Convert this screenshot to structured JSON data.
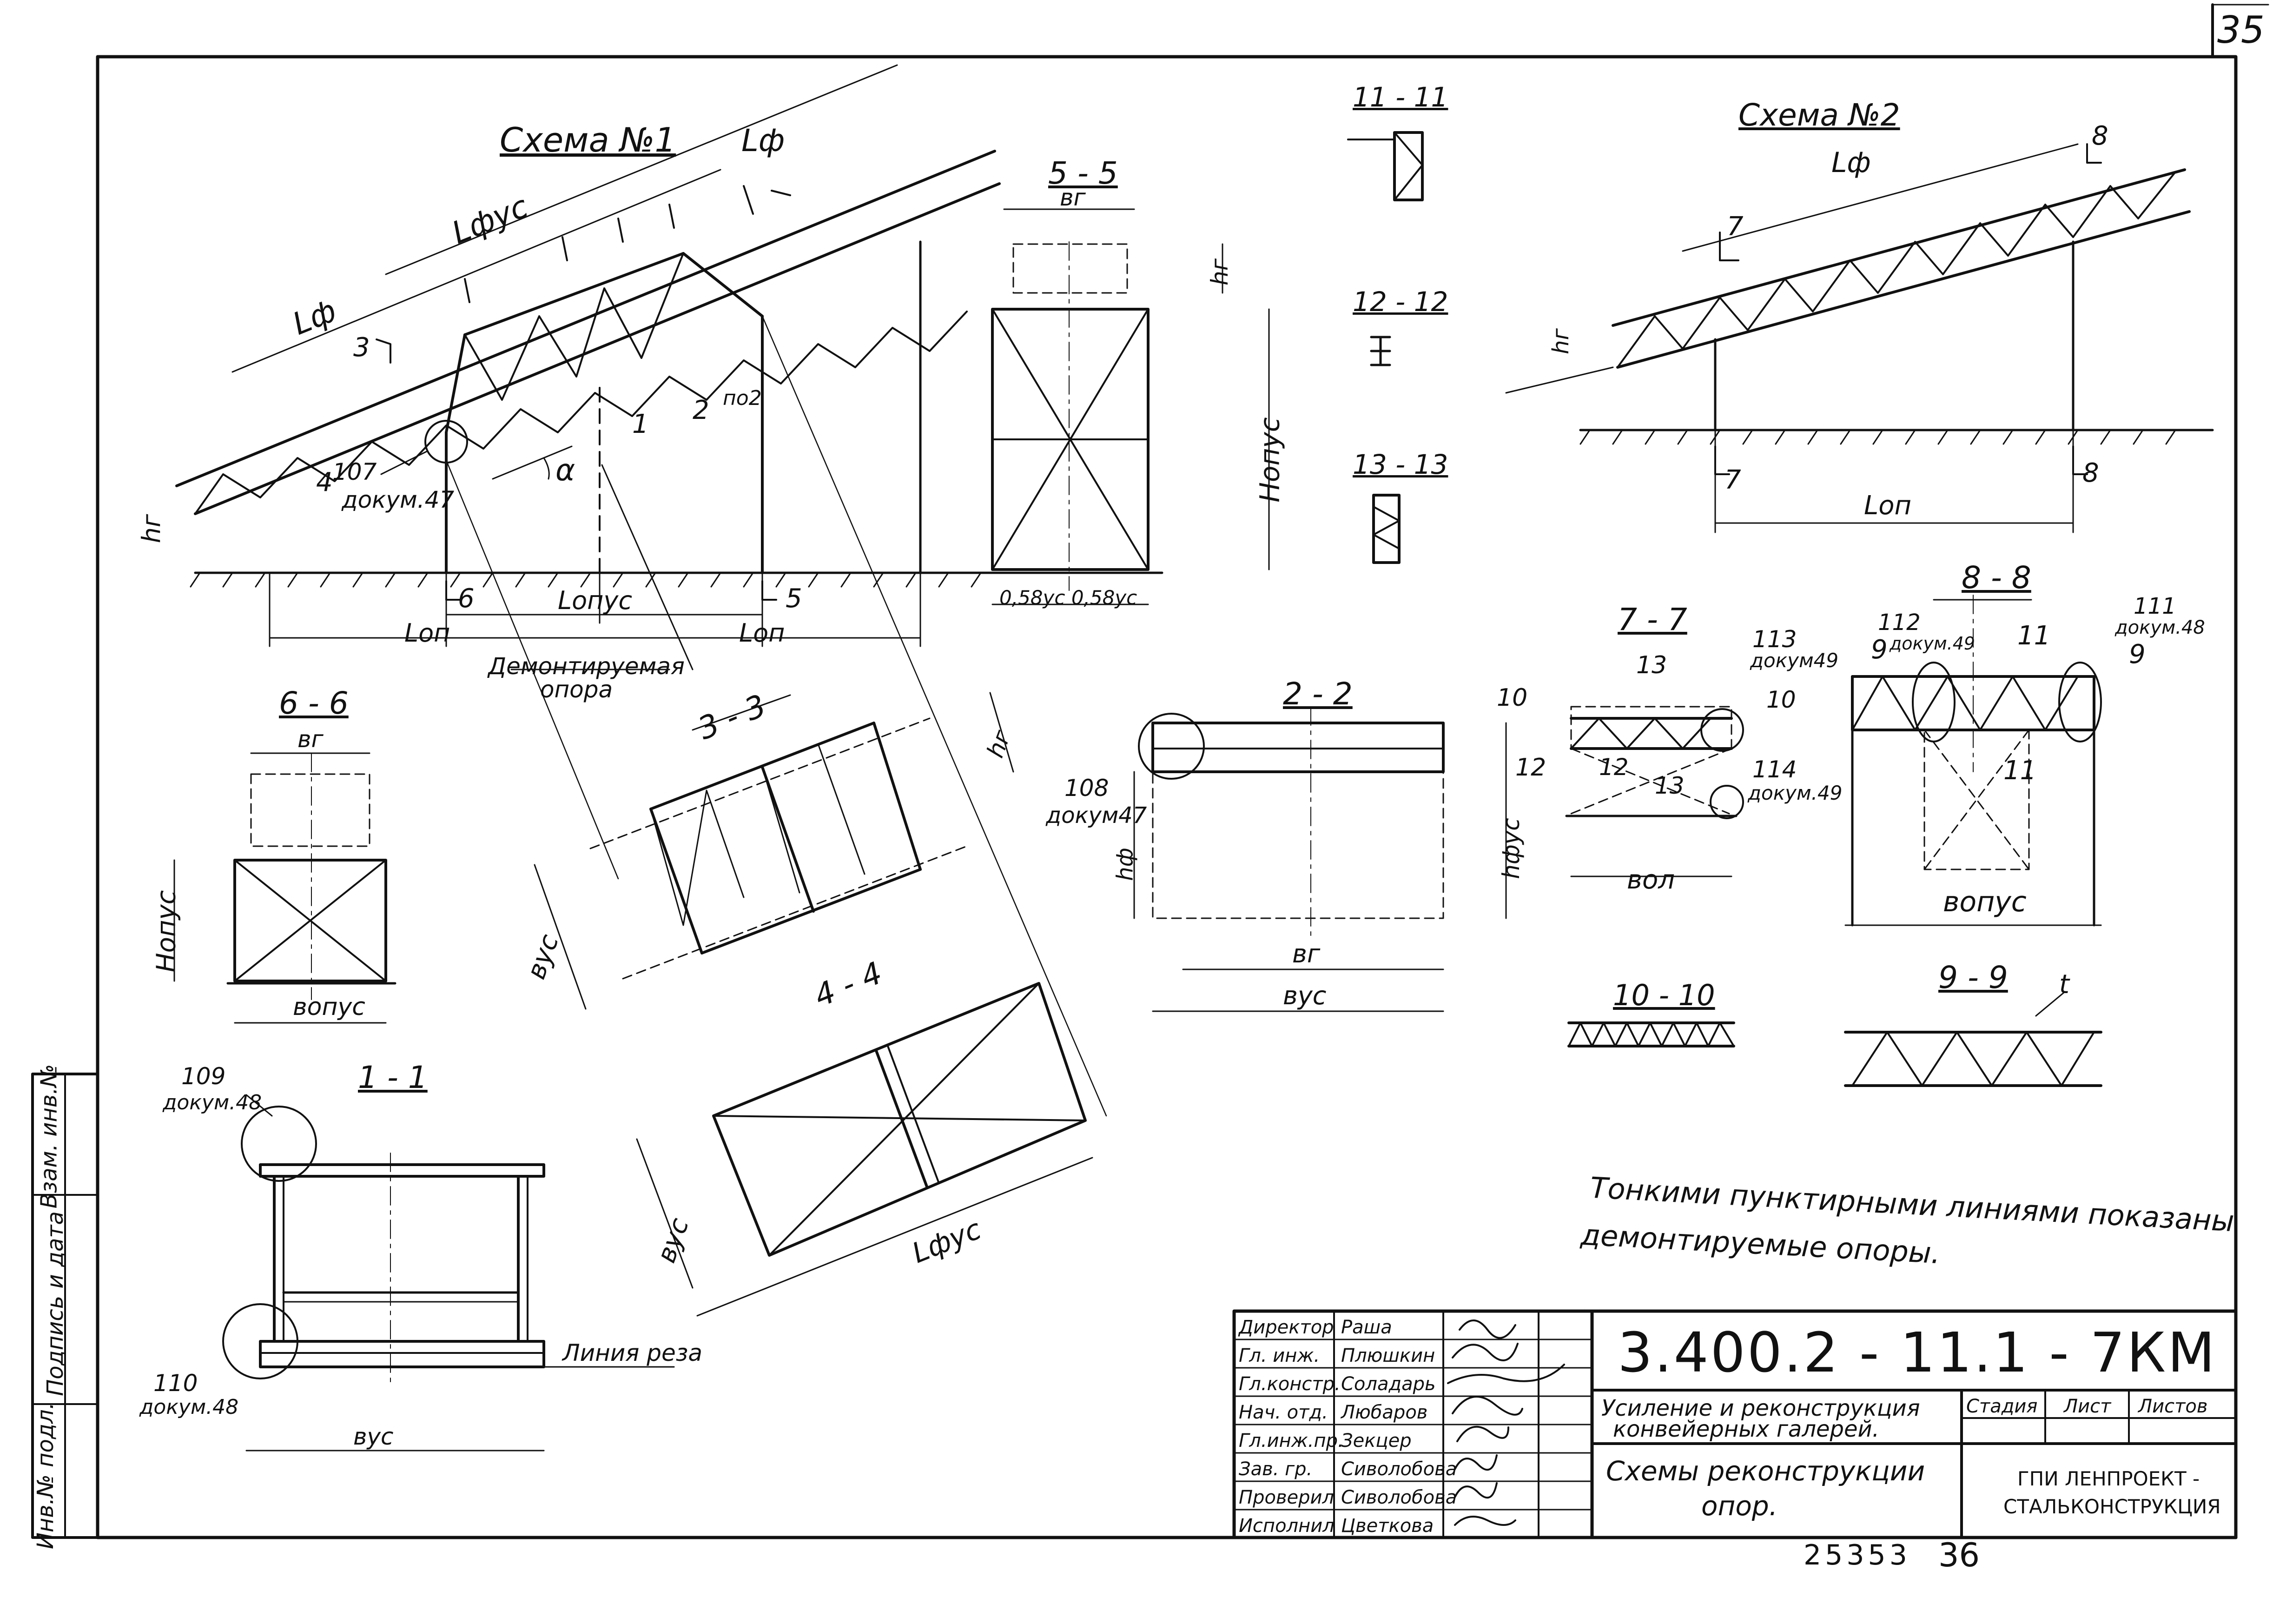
{
  "sheet_number": "35",
  "side_stamp": {
    "inv_orig": "Инв.№ подл.",
    "sign_date": "Подпись и дата",
    "vzam": "Взам. инв.№"
  },
  "scheme1": {
    "title": "Схема №1",
    "lf": "Lф",
    "lf_us": "Lфус",
    "hr": "hг",
    "alpha": "α",
    "lop": "Lоп",
    "lop_us": "Lопус",
    "callout_107": "107",
    "callout_107_doc": "докум.47",
    "removable": "Демонтируемая опора",
    "cut_labels": [
      "1",
      "2",
      "по2",
      "3",
      "4",
      "5",
      "6"
    ]
  },
  "section_5_5": {
    "title": "5 - 5",
    "br": "вг",
    "hr": "hг",
    "hop": "Hопус",
    "dims": "0,58ус 0,58ус"
  },
  "section_11_11": {
    "title": "11 - 11"
  },
  "section_12_12": {
    "title": "12 - 12"
  },
  "section_13_13": {
    "title": "13 - 13"
  },
  "scheme2": {
    "title": "Схема №2",
    "lf": "Lф",
    "hr": "hг",
    "lop": "Lоп",
    "cut_labels": [
      "7",
      "8"
    ]
  },
  "section_6_6": {
    "title": "6 - 6",
    "br": "вг",
    "hop": "Hопус",
    "bop": "вопус"
  },
  "section_3_3": {
    "title": "3 - 3",
    "bus": "вус",
    "hr": "hг"
  },
  "section_4_4": {
    "title": "4 - 4",
    "bus": "вус",
    "lf": "Lфус"
  },
  "section_2_2": {
    "title": "2 - 2",
    "callout_108": "108",
    "callout_108_doc": "докум47",
    "hf": "hф",
    "hf_us": "hфус",
    "br": "вг",
    "bus": "вус"
  },
  "section_7_7": {
    "title": "7 - 7",
    "cut_labels": [
      "10",
      "12",
      "13"
    ],
    "callout_113": "113",
    "callout_113_doc": "докум49",
    "callout_114": "114",
    "callout_114_doc": "докум.49",
    "bop": "вол"
  },
  "section_8_8": {
    "title": "8 - 8",
    "callout_112": "112",
    "callout_112_doc": "докум.49",
    "callout_111": "111",
    "callout_111_doc": "докум.48",
    "cut_labels": [
      "9",
      "11"
    ],
    "bop": "вопус"
  },
  "section_10_10": {
    "title": "10 - 10"
  },
  "section_9_9": {
    "title": "9 - 9",
    "t": "t"
  },
  "section_1_1": {
    "title": "1 - 1",
    "callout_109": "109",
    "callout_109_doc": "докум.48",
    "callout_110": "110",
    "callout_110_doc": "докум.48",
    "cut_line": "Линия реза",
    "bus": "вус"
  },
  "note": {
    "line1": "Тонкими пунктирными линиями показаны",
    "line2": "демонтируемые опоры."
  },
  "title_block": {
    "roles": [
      "Директор",
      "Гл. инж.",
      "Гл.констр.",
      "Нач. отд.",
      "Гл.инж.пр.",
      "Зав. гр.",
      "Проверил",
      "Исполнил"
    ],
    "names": [
      "Раша",
      "Плюшкин",
      "Соладарь",
      "Любаров",
      "Зекцер",
      "Сиволобова",
      "Сиволобова",
      "Цветкова"
    ],
    "doc_code": "3.400.2 - 11.1 - 7КМ",
    "subject_line1": "Усиление и реконструкция",
    "subject_line2": "конвейерных галерей.",
    "drawing_line1": "Схемы реконструкции",
    "drawing_line2": "опор.",
    "stage_head": "Стадия",
    "sheet_head": "Лист",
    "sheets_head": "Листов",
    "org_line1": "ГПИ ЛЕНПРОЕКТ -",
    "org_line2": "СТАЛЬКОНСТРУКЦИЯ"
  },
  "footer": {
    "archive_no": "25353",
    "page": "36"
  }
}
